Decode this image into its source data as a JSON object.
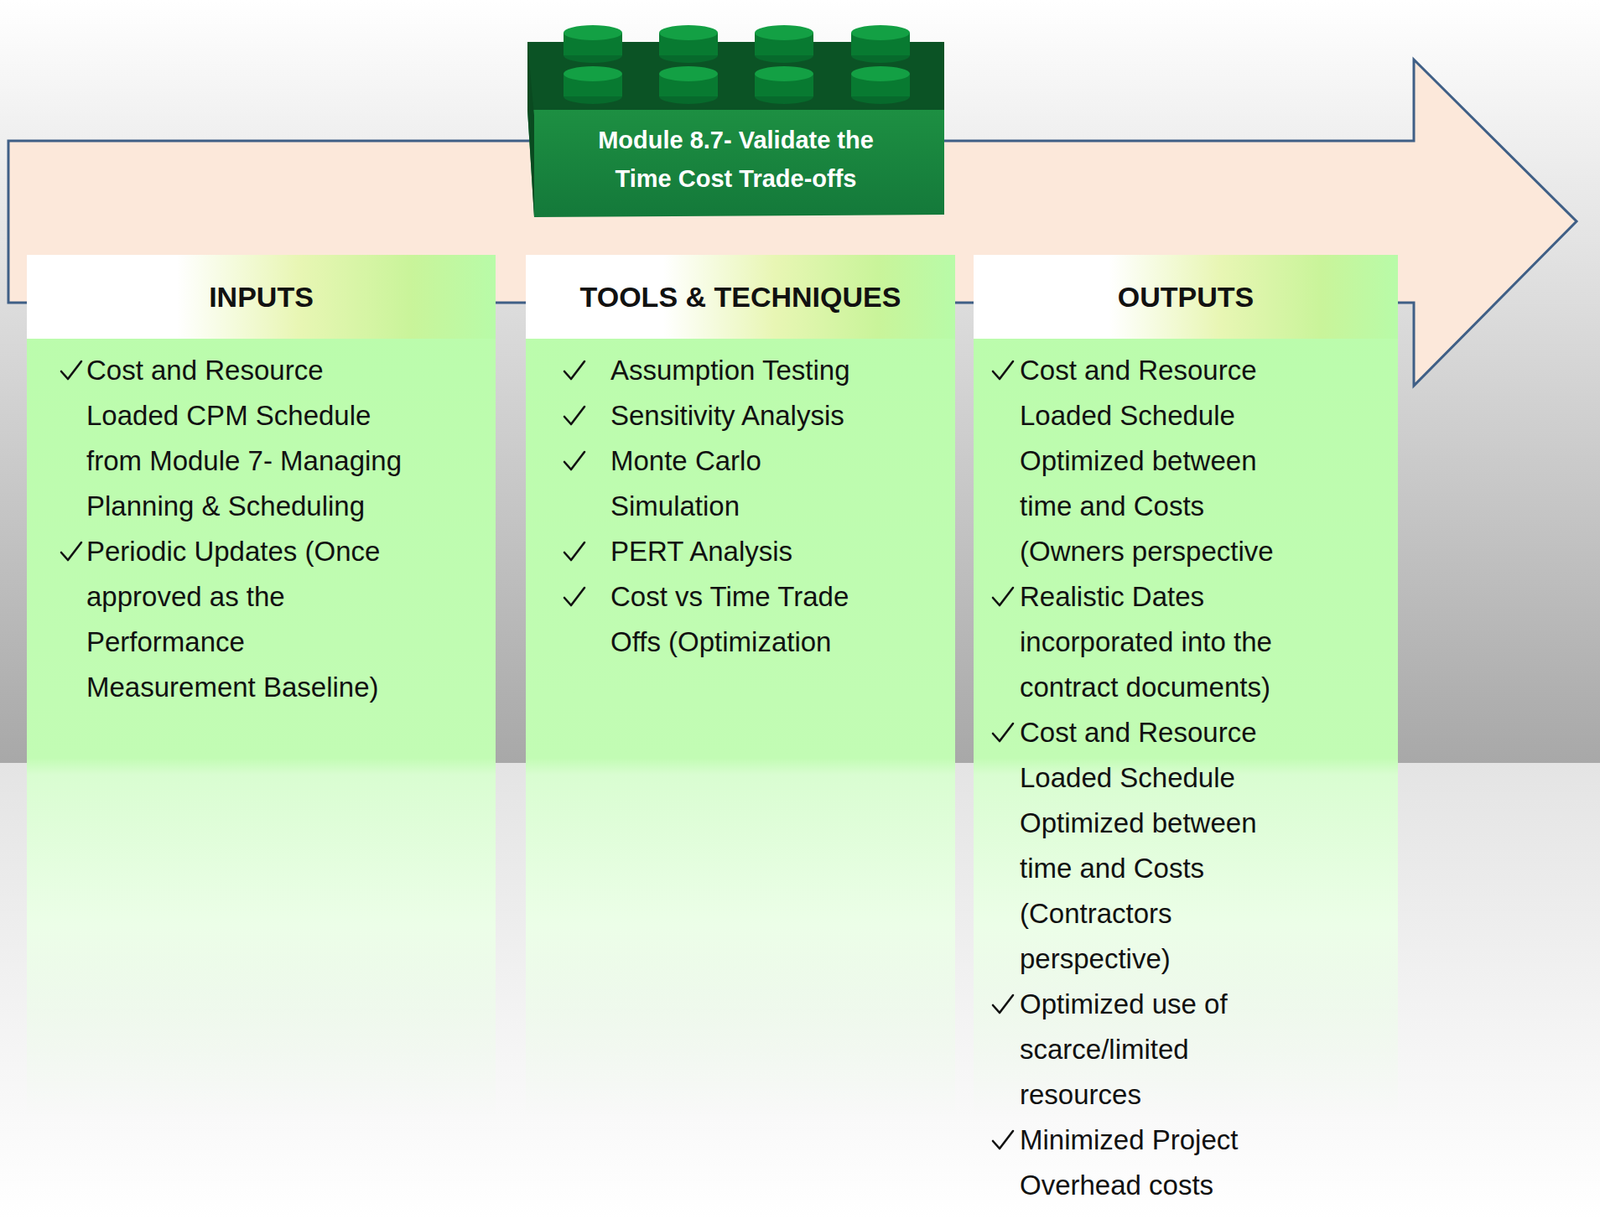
{
  "diagram": {
    "nodes": [
      {
        "text": [
          "Module 8.7- Validate the Time Cost Trade-offs"
        ]
      },
      {
        "text": [
          "INPUTS",
          "Cost and Resource Loaded CPM Schedule from Module 7- Managing Planning & Scheduling",
          "Periodic Updates (Once approved as the Performance Measurement Baseline)"
        ]
      },
      {
        "text": [
          "TOOLS & TECHNIQUES",
          "Assumption Testing",
          "Sensitivity Analysis",
          "Monte Carlo Simulation",
          "PERT Analysis",
          "Cost vs Time Trade Offs (Optimization"
        ]
      },
      {
        "text": [
          "OUTPUTS",
          "Cost and Resource Loaded Schedule Optimized between time and Costs (Owners perspective",
          "Realistic Dates incorporated into the contract documents)",
          "Cost and Resource Loaded Schedule Optimized between time and Costs (Contractors perspective)",
          "Optimized use of scarce/limited resources",
          "Minimized Project Overhead costs"
        ]
      }
    ]
  }
}
